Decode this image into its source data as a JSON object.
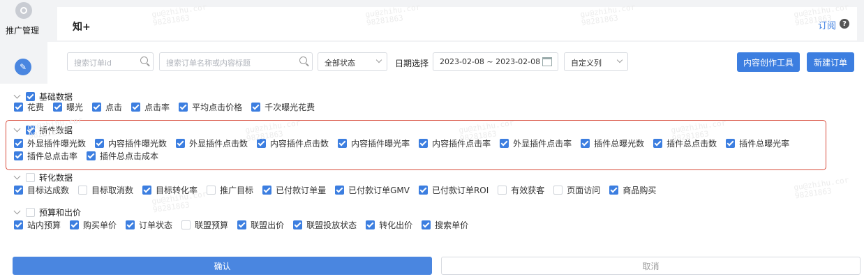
{
  "nav": {
    "label": "推广管理"
  },
  "header": {
    "brand": "知+",
    "subscribe": "订阅",
    "help": "?"
  },
  "toolbar": {
    "order_id_placeholder": "搜索订单id",
    "order_name_placeholder": "搜索订单名称或内容标题",
    "status_value": "全部状态",
    "date_label": "日期选择",
    "date_range": "2023-02-08 ~ 2023-02-08",
    "custom_columns": "自定义列",
    "content_tool_button": "内容创作工具",
    "new_order_button": "新建订单"
  },
  "groups": [
    {
      "title": "基础数据",
      "checked": true,
      "items": [
        {
          "label": "花费",
          "checked": true
        },
        {
          "label": "曝光",
          "checked": true
        },
        {
          "label": "点击",
          "checked": true
        },
        {
          "label": "点击率",
          "checked": true
        },
        {
          "label": "平均点击价格",
          "checked": true
        },
        {
          "label": "千次曝光花费",
          "checked": true
        }
      ]
    },
    {
      "title": "插件数据",
      "checked": true,
      "items": [
        {
          "label": "外显插件曝光数",
          "checked": true
        },
        {
          "label": "内容插件曝光数",
          "checked": true
        },
        {
          "label": "外显插件点击数",
          "checked": true
        },
        {
          "label": "内容插件点击数",
          "checked": true
        },
        {
          "label": "内容插件曝光率",
          "checked": true
        },
        {
          "label": "内容插件点击率",
          "checked": true
        },
        {
          "label": "外显插件点击率",
          "checked": true
        },
        {
          "label": "插件总曝光数",
          "checked": true
        },
        {
          "label": "插件总点击数",
          "checked": true
        },
        {
          "label": "插件总曝光率",
          "checked": true
        },
        {
          "label": "插件总点击率",
          "checked": true
        },
        {
          "label": "插件总点击成本",
          "checked": true
        }
      ]
    },
    {
      "title": "转化数据",
      "checked": false,
      "items": [
        {
          "label": "目标达成数",
          "checked": true
        },
        {
          "label": "目标取消数",
          "checked": false
        },
        {
          "label": "目标转化率",
          "checked": true
        },
        {
          "label": "推广目标",
          "checked": false
        },
        {
          "label": "已付款订单量",
          "checked": true
        },
        {
          "label": "已付款订单GMV",
          "checked": true
        },
        {
          "label": "已付款订单ROI",
          "checked": true
        },
        {
          "label": "有效获客",
          "checked": false
        },
        {
          "label": "页面访问",
          "checked": false
        },
        {
          "label": "商品购买",
          "checked": true
        }
      ]
    },
    {
      "title": "预算和出价",
      "checked": false,
      "items": [
        {
          "label": "站内预算",
          "checked": true
        },
        {
          "label": "购买单价",
          "checked": true
        },
        {
          "label": "订单状态",
          "checked": true
        },
        {
          "label": "联盟预算",
          "checked": false
        },
        {
          "label": "联盟出价",
          "checked": true
        },
        {
          "label": "联盟投放状态",
          "checked": true
        },
        {
          "label": "转化出价",
          "checked": true
        },
        {
          "label": "搜索单价",
          "checked": true
        }
      ]
    }
  ],
  "footer": {
    "confirm": "确认",
    "cancel": "取消"
  },
  "watermark": {
    "line1": "gu@zhihu.cor",
    "line2": "98281863"
  },
  "colors": {
    "accent": "#3c7ee0",
    "highlight_border": "#d84c3c"
  },
  "icons": [
    "logo-icon",
    "edit-icon",
    "help-icon",
    "search-icon",
    "chevron-down-icon",
    "calendar-icon",
    "checkbox-icon"
  ]
}
